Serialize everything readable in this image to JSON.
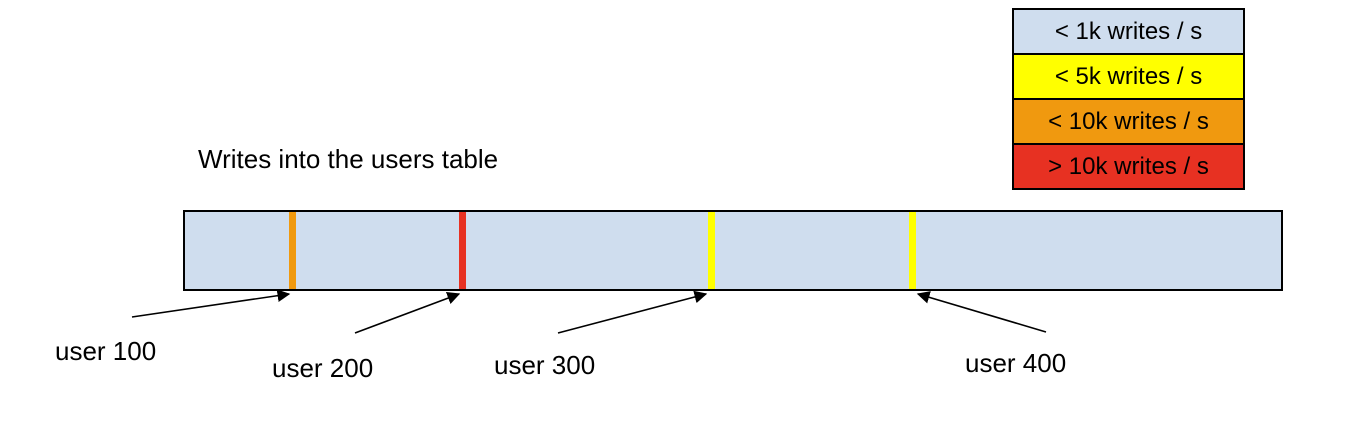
{
  "title": "Writes into the users table",
  "legend": {
    "items": [
      {
        "label": "< 1k writes / s",
        "color": "#cfddee"
      },
      {
        "label": "< 5k writes / s",
        "color": "#ffff00"
      },
      {
        "label": "< 10k writes / s",
        "color": "#f0990f"
      },
      {
        "label": "> 10k writes / s",
        "color": "#e73122"
      }
    ]
  },
  "bar": {
    "fill": "#cfddee",
    "markers": [
      {
        "label": "user 100",
        "color": "#f0990f"
      },
      {
        "label": "user 200",
        "color": "#e73122"
      },
      {
        "label": "user 300",
        "color": "#ffff00"
      },
      {
        "label": "user 400",
        "color": "#ffff00"
      }
    ]
  }
}
